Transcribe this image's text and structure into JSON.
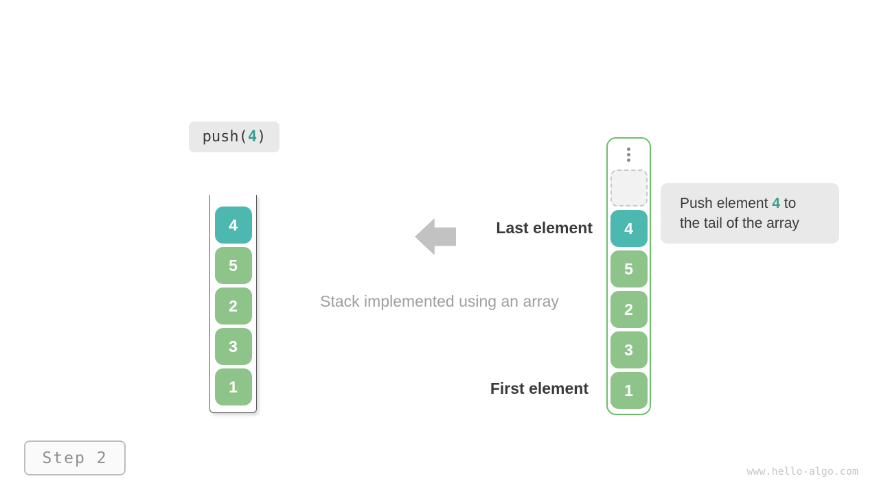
{
  "colors": {
    "teal": "#4DB8B0",
    "green": "#8EC489",
    "teal_text": "#3A9E8F",
    "container_green": "#6ABF69",
    "chip_bg": "#E9E9E9",
    "arrow_gray": "#C2C2C2",
    "text_dark": "#3A3A3A"
  },
  "push_call": {
    "prefix": "push(",
    "arg": "4",
    "suffix": ")"
  },
  "left_stack": {
    "items": [
      {
        "value": "4",
        "type": "teal"
      },
      {
        "value": "5",
        "type": "green"
      },
      {
        "value": "2",
        "type": "green"
      },
      {
        "value": "3",
        "type": "green"
      },
      {
        "value": "1",
        "type": "green"
      }
    ]
  },
  "right_stack": {
    "ellipsis": "vertical-dots",
    "items": [
      {
        "value": "4",
        "type": "teal"
      },
      {
        "value": "5",
        "type": "green"
      },
      {
        "value": "2",
        "type": "green"
      },
      {
        "value": "3",
        "type": "green"
      },
      {
        "value": "1",
        "type": "green"
      }
    ]
  },
  "annotations": {
    "last_element": "Last element",
    "first_element": "First element",
    "caption": "Stack implemented using an array"
  },
  "callout": {
    "before": "Push element ",
    "highlight": "4",
    "after": " to the tail of the array"
  },
  "step_label": "Step 2",
  "watermark": "www.hello-algo.com"
}
